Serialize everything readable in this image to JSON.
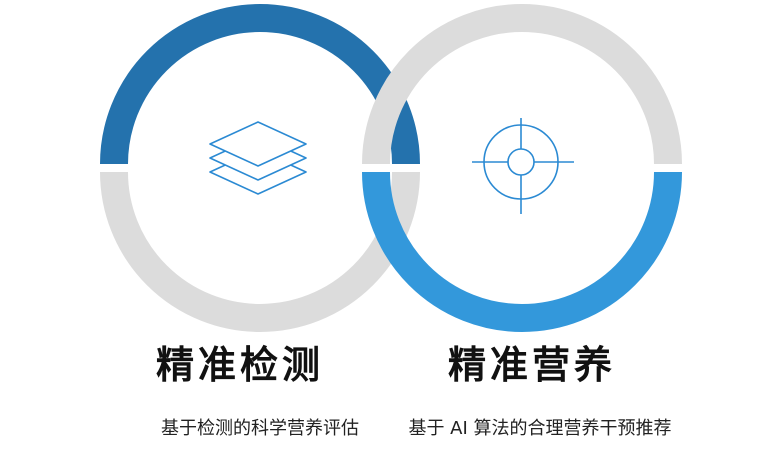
{
  "colors": {
    "ring_gray": "#dcdcdc",
    "left_accent": "#2472ad",
    "right_accent": "#3398db",
    "icon_stroke": "#2b8ad3",
    "title_text": "#111111",
    "desc_text": "#222222"
  },
  "cards": [
    {
      "title": "精准检测",
      "description": "基于检测的科学营养评估",
      "icon": "layers-icon",
      "highlighted_half": "top"
    },
    {
      "title": "精准营养",
      "description": "基于 AI 算法的合理营养干预推荐",
      "icon": "crosshair-icon",
      "highlighted_half": "bottom"
    }
  ]
}
